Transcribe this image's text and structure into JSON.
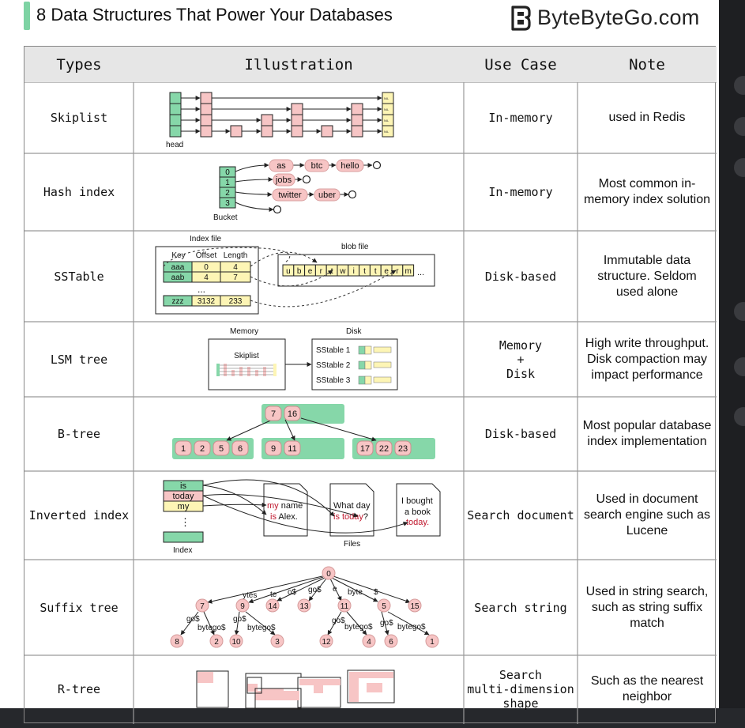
{
  "header": {
    "title": "8 Data Structures That Power Your Databases",
    "brand": "ByteByteGo.com"
  },
  "columns": [
    "Types",
    "Illustration",
    "Use Case",
    "Note"
  ],
  "rows": [
    {
      "type": "Skiplist",
      "use_case": "In-memory",
      "note": "used in Redis"
    },
    {
      "type": "Hash index",
      "use_case": "In-memory",
      "note": "Most common in-memory index solution"
    },
    {
      "type": "SSTable",
      "use_case": "Disk-based",
      "note": "Immutable data structure. Seldom used alone"
    },
    {
      "type": "LSM tree",
      "use_case": "Memory\n+\nDisk",
      "note": "High write throughput. Disk compaction may impact performance"
    },
    {
      "type": "B-tree",
      "use_case": "Disk-based",
      "note": "Most popular database index implementation"
    },
    {
      "type": "Inverted index",
      "use_case": "Search document",
      "note": "Used in document search engine such as Lucene"
    },
    {
      "type": "Suffix tree",
      "use_case": "Search string",
      "note": "Used in string search, such as string suffix match"
    },
    {
      "type": "R-tree",
      "use_case": "Search\nmulti-dimension\nshape",
      "note": "Such as the nearest neighbor"
    }
  ],
  "illustrations": {
    "skiplist": {
      "head": "head",
      "nil": "NIL"
    },
    "hash": {
      "buckets": [
        "0",
        "1",
        "2",
        "3"
      ],
      "bucket_label": "Bucket",
      "chains": [
        [
          "as",
          "btc",
          "hello"
        ],
        [
          "jobs"
        ],
        [
          "twitter",
          "uber"
        ],
        []
      ]
    },
    "sstable": {
      "index_title": "Index file",
      "blob_title": "blob file",
      "headers": [
        "Key",
        "Offset",
        "Length"
      ],
      "rows": [
        [
          "aaa",
          "0",
          "4"
        ],
        [
          "aab",
          "4",
          "7"
        ],
        [
          "zzz",
          "3132",
          "233"
        ]
      ],
      "ellipsis": "...",
      "blob_chars": [
        "u",
        "b",
        "e",
        "r",
        "t",
        "w",
        "i",
        "t",
        "t",
        "e",
        "r",
        "m"
      ],
      "blob_more": "..."
    },
    "lsm": {
      "memory_title": "Memory",
      "disk_title": "Disk",
      "skiplist_label": "Skiplist",
      "sstables": [
        "SStable 1",
        "SStable 2",
        "SStable 3"
      ]
    },
    "btree": {
      "root": [
        "7",
        "16"
      ],
      "leaves": [
        [
          "1",
          "2",
          "5",
          "6"
        ],
        [
          "9",
          "11"
        ],
        [
          "17",
          "22",
          "23"
        ]
      ]
    },
    "inverted": {
      "terms": [
        "is",
        "today",
        "my"
      ],
      "more": "⋮",
      "index_label": "Index",
      "files_label": "Files",
      "doc1": {
        "l1a": "my",
        "l1b": " name",
        "l2a": "is",
        "l2b": " Alex."
      },
      "doc2": {
        "l1": "What day",
        "l2a": "is today",
        "l2b": "?"
      },
      "doc3": {
        "l1": "I bought",
        "l2": "a book",
        "l3": "today."
      }
    },
    "suffix": {
      "root": "0",
      "level1": [
        "7",
        "9",
        "14",
        "13",
        "11",
        "5",
        "15"
      ],
      "edges1": [
        "ytes",
        "te",
        "o$",
        "go$",
        "e",
        "byte",
        "$"
      ],
      "leaves": [
        "8",
        "2",
        "10",
        "3",
        "12",
        "4",
        "6",
        "1"
      ],
      "leaf_edges": [
        "go$",
        "bytego$",
        "go$",
        "bytego$",
        "go$",
        "bytego$",
        "go$",
        "bytego$"
      ]
    }
  }
}
